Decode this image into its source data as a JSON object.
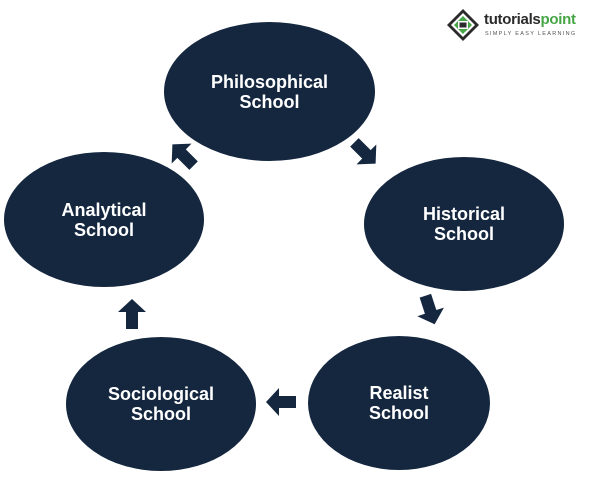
{
  "brand": {
    "name_part1": "tutorials",
    "name_part2": "point",
    "tagline": "SIMPLY EASY LEARNING",
    "colors": {
      "dark": "#2b2b2b",
      "green": "#46a545"
    }
  },
  "diagram": {
    "type": "cycle",
    "node_color": "#14273f",
    "arrow_color": "#14273f",
    "nodes": [
      {
        "id": "philosophical",
        "label": "Philosophical\nSchool"
      },
      {
        "id": "historical",
        "label": "Historical\nSchool"
      },
      {
        "id": "realist",
        "label": "Realist\nSchool"
      },
      {
        "id": "sociological",
        "label": "Sociological\nSchool"
      },
      {
        "id": "analytical",
        "label": "Analytical\nSchool"
      }
    ],
    "edges": [
      {
        "from": "philosophical",
        "to": "historical"
      },
      {
        "from": "historical",
        "to": "realist"
      },
      {
        "from": "realist",
        "to": "sociological"
      },
      {
        "from": "sociological",
        "to": "analytical"
      },
      {
        "from": "analytical",
        "to": "philosophical"
      }
    ]
  }
}
